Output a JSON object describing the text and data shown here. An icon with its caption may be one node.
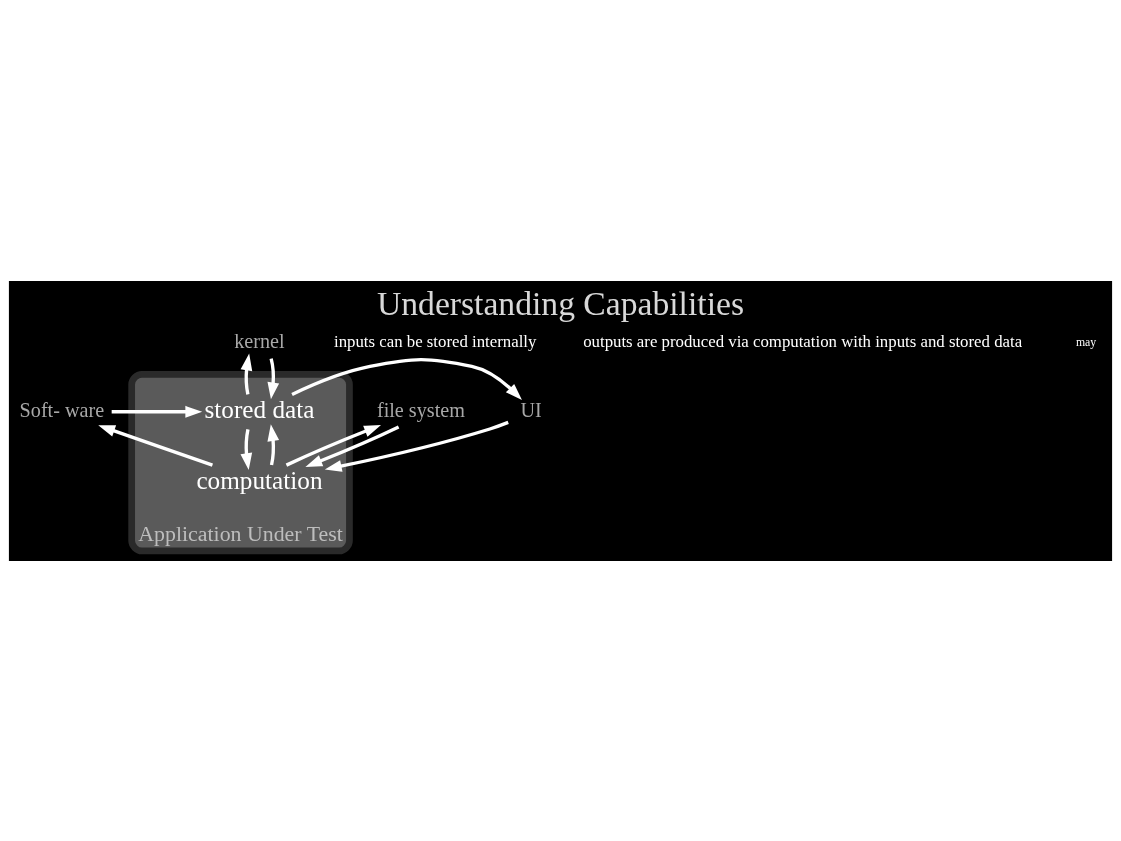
{
  "diagram": {
    "title": "Understanding Capabilities",
    "nodes": [
      {
        "text": [
          "Application Under Test"
        ]
      },
      {
        "text": [
          "stored data"
        ],
        "in": 0
      },
      {
        "text": [
          "computation"
        ],
        "in": 0
      },
      {
        "text": [
          "kernel"
        ]
      },
      {
        "text": [
          "Soft- ware"
        ]
      },
      {
        "text": [
          "UI"
        ]
      },
      {
        "text": [
          "file system"
        ]
      }
    ],
    "edges": [
      {
        "from": 1,
        "to": 3,
        "arrow": "to"
      },
      {
        "from": 3,
        "to": 1,
        "arrow": "to"
      },
      {
        "from": 4,
        "to": 1,
        "arrow": "to"
      },
      {
        "from": 1,
        "to": 5,
        "arrow": "to"
      },
      {
        "from": 1,
        "to": 2,
        "arrow": "to"
      },
      {
        "from": 2,
        "to": 1,
        "arrow": "to"
      },
      {
        "from": 5,
        "to": 2,
        "arrow": "to"
      },
      {
        "from": 2,
        "to": 4,
        "arrow": "to"
      },
      {
        "from": 6,
        "to": 2,
        "arrow": "to"
      },
      {
        "from": 2,
        "to": 6,
        "arrow": "to"
      }
    ],
    "labels": [
      "inputs can be stored internally",
      "outputs are produced via computation with inputs and stored data",
      "may"
    ]
  }
}
